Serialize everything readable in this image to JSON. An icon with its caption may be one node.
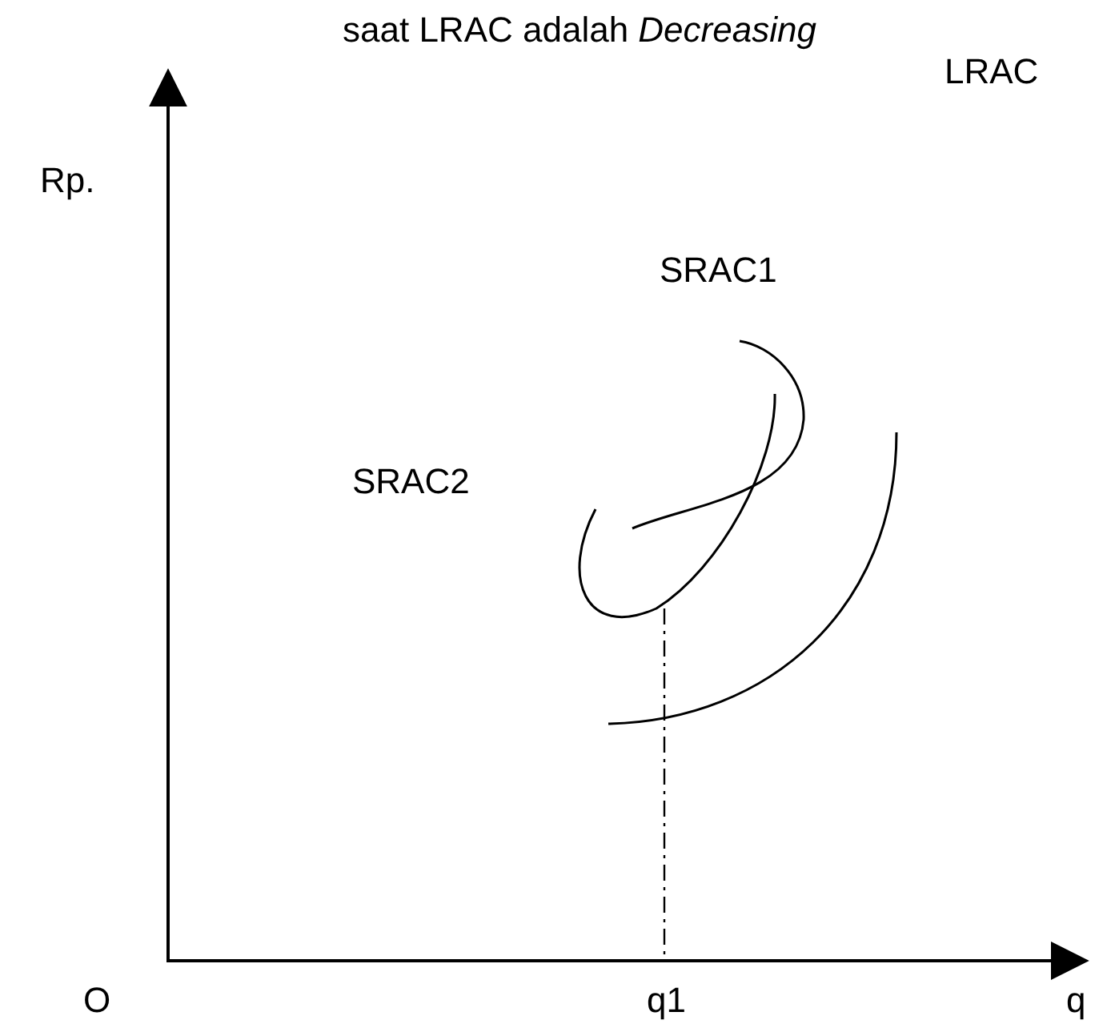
{
  "diagram": {
    "title": "saat LRAC adalah *Decreasing*",
    "labels": [
      "LRAC",
      "Rp.",
      "SRAC1",
      "SRAC2",
      "O",
      "q1",
      "q"
    ]
  }
}
